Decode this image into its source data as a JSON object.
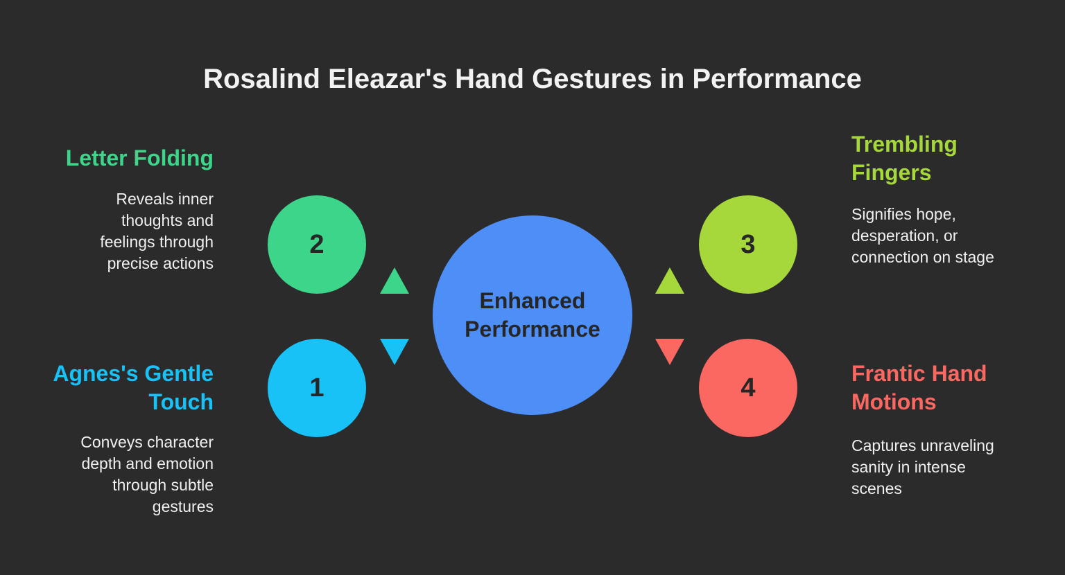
{
  "title": "Rosalind Eleazar's Hand Gestures in Performance",
  "colors": {
    "background": "#2b2b2b",
    "center": "#4d8ef7",
    "gesture_1": "#19c2f6",
    "gesture_2": "#3dd58a",
    "gesture_3": "#a6d83c",
    "gesture_4": "#fb6761"
  },
  "center": {
    "line1": "Enhanced",
    "line2": "Performance"
  },
  "gestures": [
    {
      "number": "1",
      "heading_line1": "Agnes's Gentle",
      "heading_line2": "Touch",
      "desc_line1": "Conveys character",
      "desc_line2": "depth and emotion",
      "desc_line3": "through subtle",
      "desc_line4": "gestures"
    },
    {
      "number": "2",
      "heading_line1": "Letter Folding",
      "desc_line1": "Reveals inner",
      "desc_line2": "thoughts and",
      "desc_line3": "feelings through",
      "desc_line4": "precise actions"
    },
    {
      "number": "3",
      "heading_line1": "Trembling",
      "heading_line2": "Fingers",
      "desc_line1": "Signifies hope,",
      "desc_line2": "desperation, or",
      "desc_line3": "connection on stage"
    },
    {
      "number": "4",
      "heading_line1": "Frantic Hand",
      "heading_line2": "Motions",
      "desc_line1": "Captures unraveling",
      "desc_line2": "sanity in intense",
      "desc_line3": "scenes"
    }
  ]
}
